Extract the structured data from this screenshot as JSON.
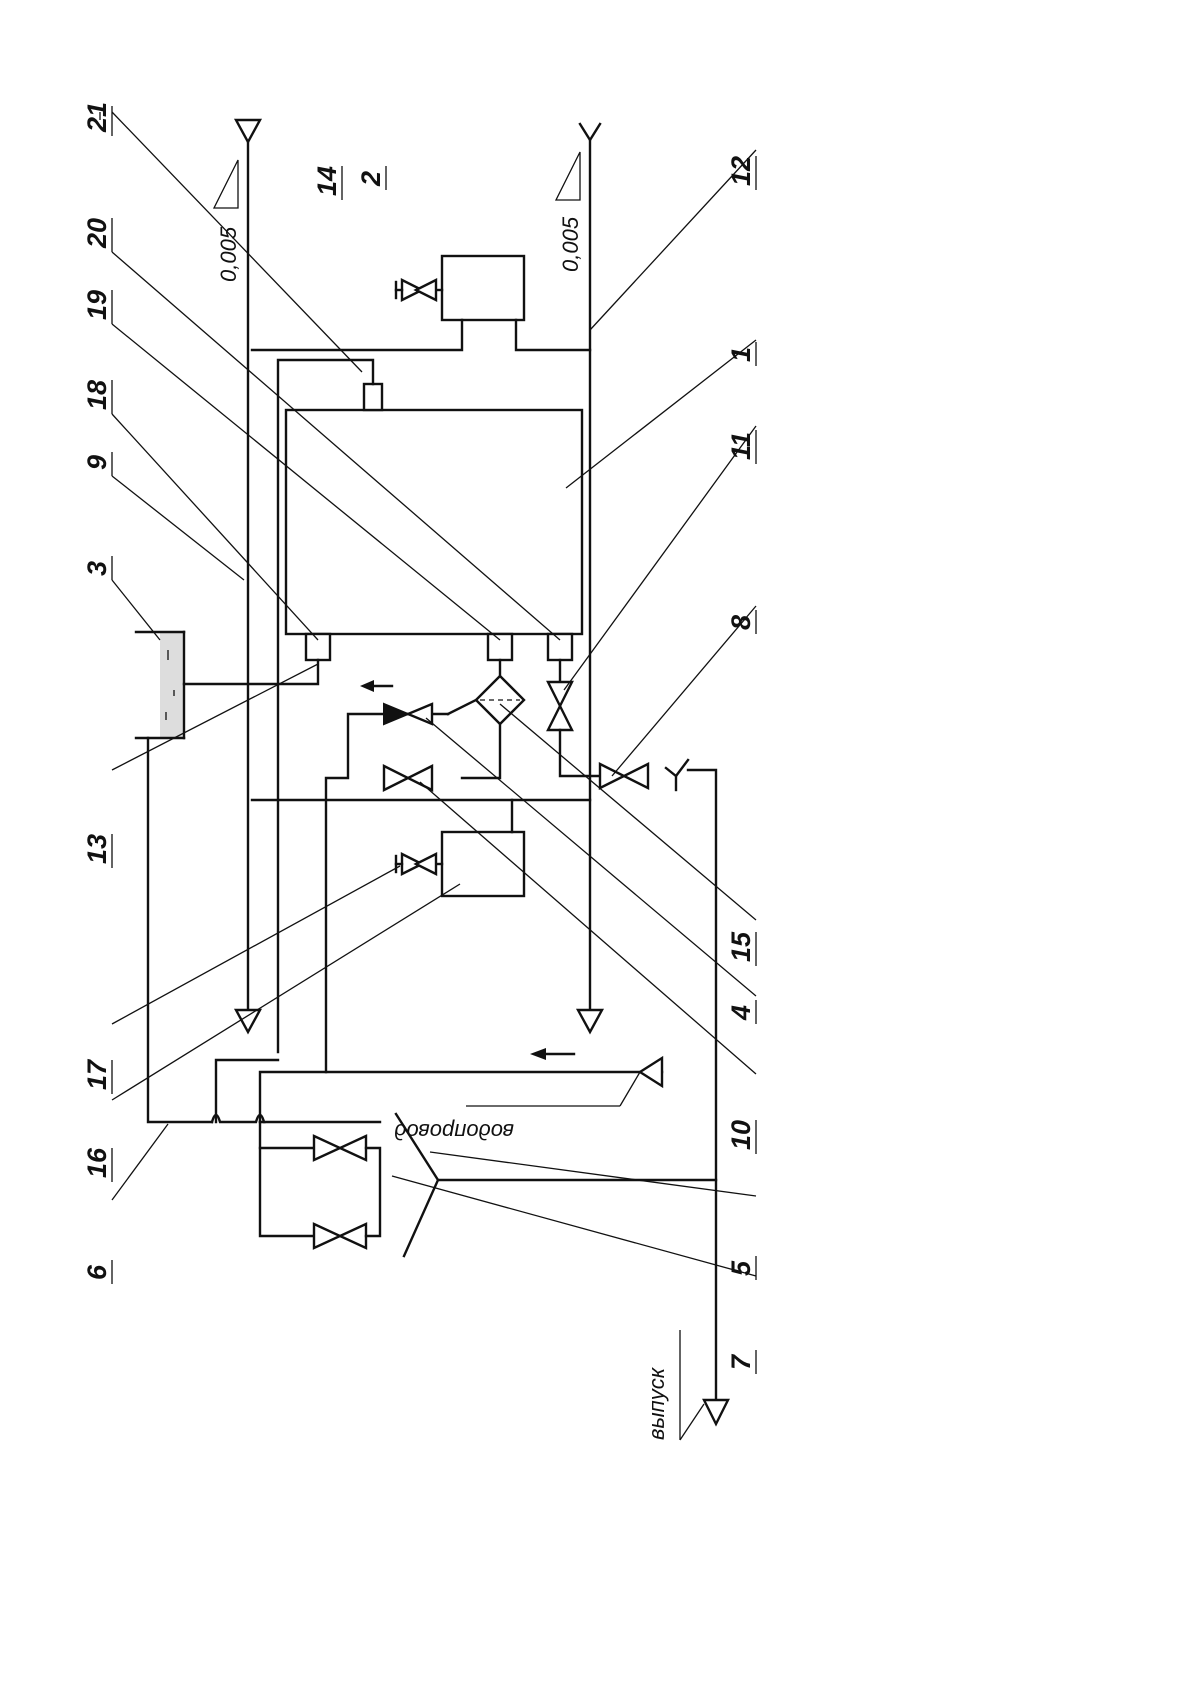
{
  "labels": {
    "n1": "1",
    "n2": "2",
    "n3": "3",
    "n4": "4",
    "n5": "5",
    "n6": "6",
    "n7": "7",
    "n8": "8",
    "n9": "9",
    "n10": "10",
    "n11": "11",
    "n12": "12",
    "n13": "13",
    "n14": "14",
    "n15": "15",
    "n16": "16",
    "n17": "17",
    "n18": "18",
    "n19": "19",
    "n20": "20",
    "n21": "21"
  },
  "annotations": {
    "slope_top": "0,005",
    "slope_bottom": "0,005",
    "water_supply": "водопровод",
    "outlet": "выпуск"
  },
  "colors": {
    "ink": "#111111",
    "paper": "#ffffff"
  }
}
